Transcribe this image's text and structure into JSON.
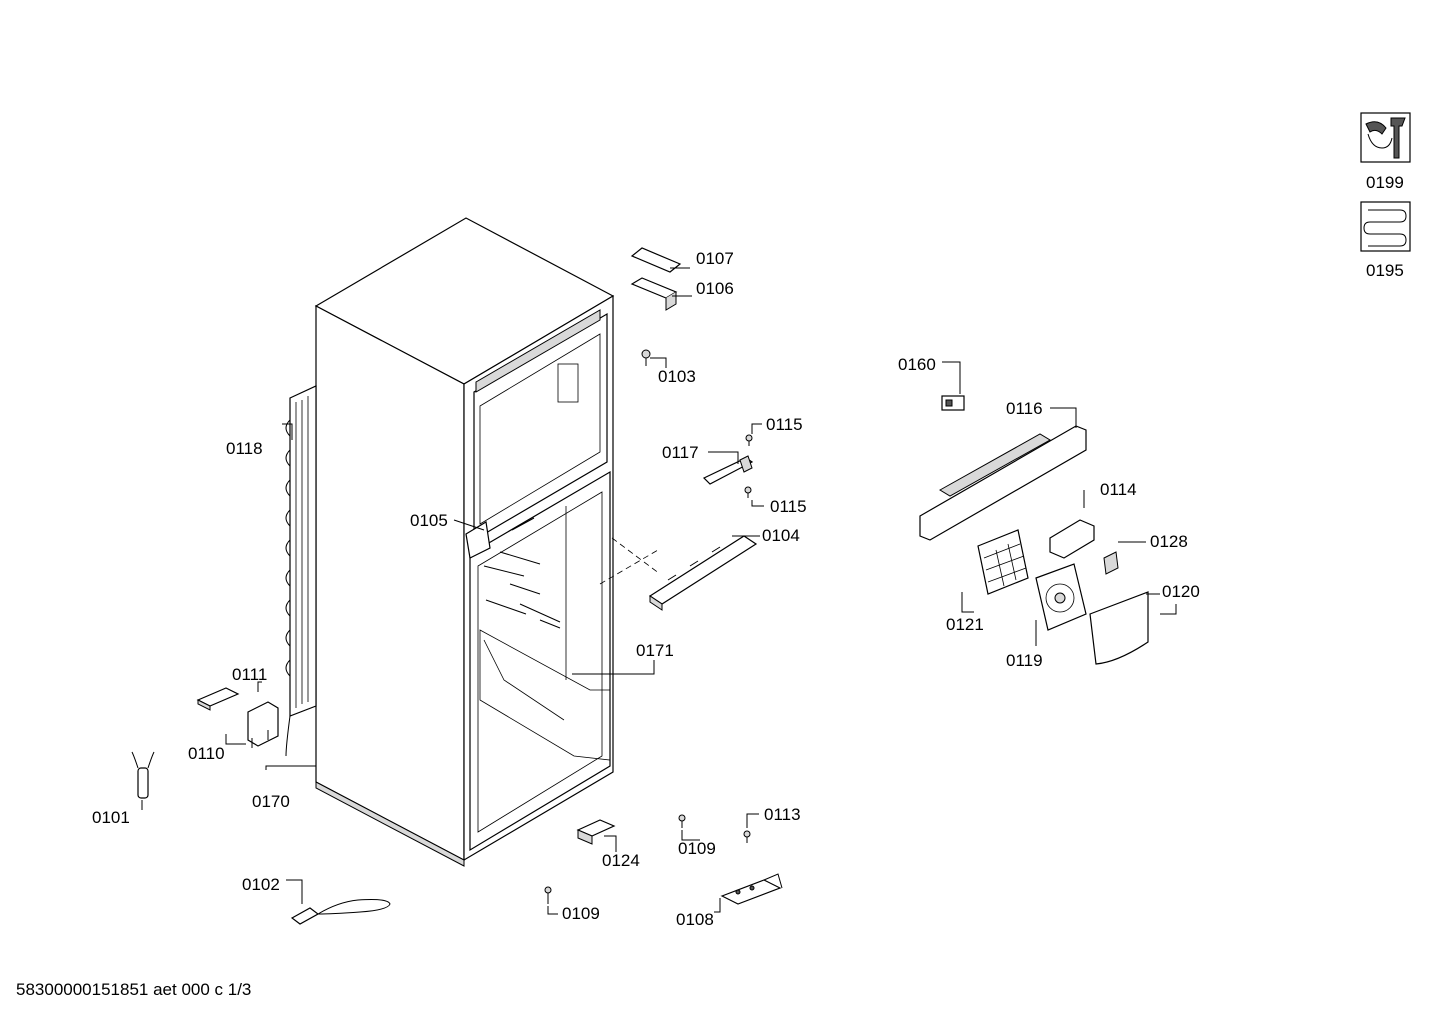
{
  "footer": {
    "document_id": "58300000151851 aet 000 c 1/3"
  },
  "icons": {
    "service": {
      "label": "0199",
      "icon": "service-wrench-icon"
    },
    "refrigerant": {
      "label": "0195",
      "icon": "refrigerant-coil-icon"
    }
  },
  "parts": {
    "p0101": "0101",
    "p0102": "0102",
    "p0103": "0103",
    "p0104": "0104",
    "p0105": "0105",
    "p0106": "0106",
    "p0107": "0107",
    "p0108": "0108",
    "p0109a": "0109",
    "p0109b": "0109",
    "p0110": "0110",
    "p0111": "0111",
    "p0113": "0113",
    "p0114": "0114",
    "p0115a": "0115",
    "p0115b": "0115",
    "p0116": "0116",
    "p0117": "0117",
    "p0118": "0118",
    "p0119": "0119",
    "p0120": "0120",
    "p0121": "0121",
    "p0124": "0124",
    "p0128": "0128",
    "p0160": "0160",
    "p0170": "0170",
    "p0171": "0171"
  }
}
